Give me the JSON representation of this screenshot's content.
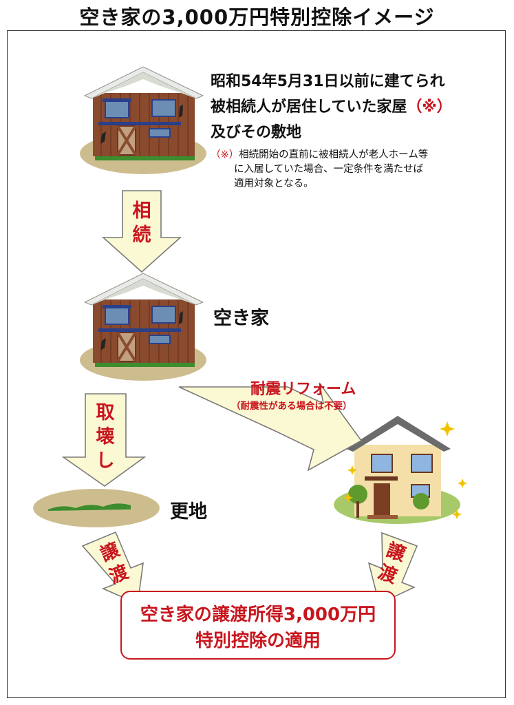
{
  "title": "空き家の3,000万円特別控除イメージ",
  "top_house": {
    "line1": "昭和54年5月31日以前に建てられ",
    "line2_main": "被相続人が居住していた家屋",
    "line2_mark": "（※）",
    "line3": "及びその敷地",
    "note_mark": "（※）",
    "note1": "相続開始の直前に被相続人が老人ホーム等",
    "note2": "に入居していた場合、一定条件を満たせば",
    "note3": "適用対象となる。"
  },
  "arrows": {
    "inherit": [
      "相",
      "続"
    ],
    "demolish": [
      "取",
      "壊",
      "し"
    ],
    "transfer_left": [
      "譲",
      "渡"
    ],
    "transfer_right": [
      "譲",
      "渡"
    ],
    "reform_label": "耐震リフォーム",
    "reform_sub": "（耐震性がある場合は不要）"
  },
  "empty_house_label": "空き家",
  "vacant_land_label": "更地",
  "result": {
    "line1": "空き家の譲渡所得3,000万円",
    "line2": "特別控除の適用"
  },
  "colors": {
    "accent_red": "#c8161e",
    "arrow_fill": "#fbf8d4",
    "house_brown": "#8a4a2e",
    "roof_white": "#e9ece6",
    "ground": "#cdbd8e",
    "grass": "#3d8c2e",
    "new_house_wall": "#f4dfa8"
  }
}
